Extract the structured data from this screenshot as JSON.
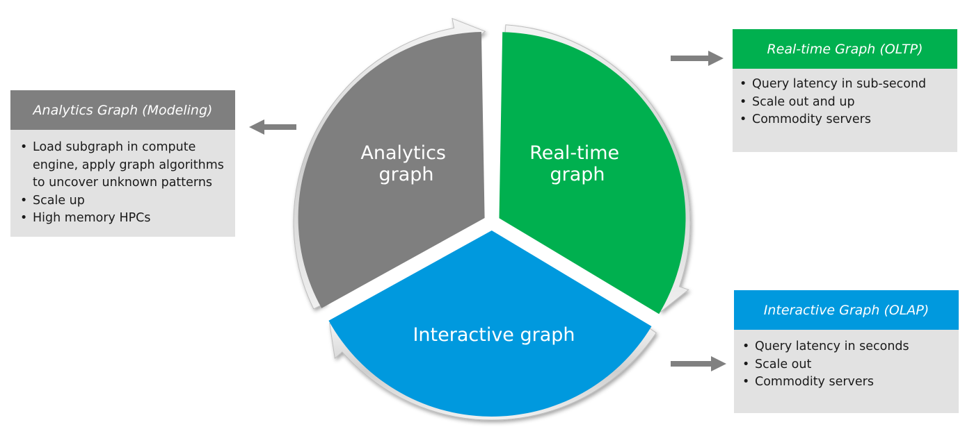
{
  "colors": {
    "analytics": "#7f7f7f",
    "realtime": "#00b04f",
    "interactive": "#0099de",
    "panel_body": "#e2e2e2",
    "arrow": "#808080"
  },
  "wheel": {
    "analytics_label": [
      "Analytics",
      "graph"
    ],
    "realtime_label": [
      "Real-time",
      "graph"
    ],
    "interactive_label": [
      "Interactive graph"
    ]
  },
  "panels": {
    "analytics": {
      "title": "Analytics Graph (Modeling)",
      "bullets": [
        "Load subgraph in compute engine, apply graph algorithms to uncover unknown patterns",
        "Scale up",
        "High memory HPCs"
      ]
    },
    "realtime": {
      "title": "Real-time Graph (OLTP)",
      "bullets": [
        "Query latency in sub-second",
        "Scale out and up",
        "Commodity servers"
      ]
    },
    "interactive": {
      "title": "Interactive Graph (OLAP)",
      "bullets": [
        "Query latency in seconds",
        "Scale out",
        "Commodity servers"
      ]
    }
  }
}
